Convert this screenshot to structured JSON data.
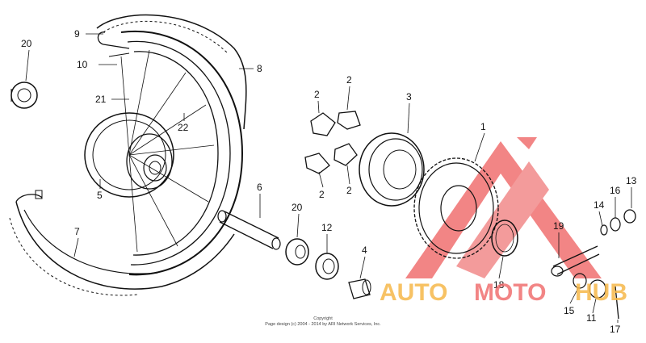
{
  "colors": {
    "line": "#111111",
    "watermark_red": "#f07070",
    "watermark_orange": "#f6b84a"
  },
  "callouts": {
    "c1": "1",
    "c2a": "2",
    "c2b": "2",
    "c2c": "2",
    "c2d": "2",
    "c3": "3",
    "c4": "4",
    "c5": "5",
    "c6": "6",
    "c7": "7",
    "c8": "8",
    "c9": "9",
    "c10": "10",
    "c11": "11",
    "c12": "12",
    "c13": "13",
    "c14": "14",
    "c15": "15",
    "c16": "16",
    "c17": "17",
    "c18": "18",
    "c19": "19",
    "c20a": "20",
    "c20b": "20",
    "c21": "21",
    "c22": "22"
  },
  "copyright": {
    "line1": "Copyright",
    "line2": "Page design (c) 2004 - 2014 by ARI Network Services, Inc."
  },
  "watermark": {
    "auto": "AUTO",
    "moto": "MOTO",
    "hub": "HUB",
    "logo_icon": "triangle-logo"
  }
}
